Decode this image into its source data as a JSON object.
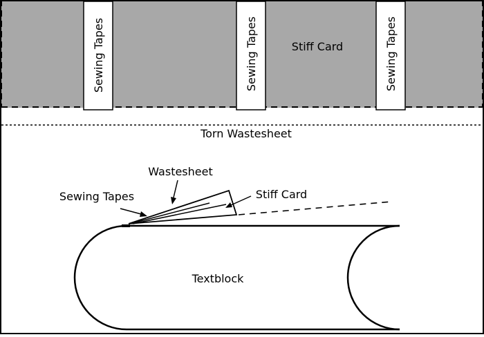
{
  "top_panel": {
    "tape_label": "Sewing Tapes",
    "card_label": "Stiff Card",
    "fill_color": "#a8a8a8"
  },
  "torn_wastesheet_label": "Torn Wastesheet",
  "bottom_panel": {
    "wastesheet_label": "Wastesheet",
    "sewing_tapes_label": "Sewing Tapes",
    "stiff_card_label": "Stiff Card",
    "textblock_label": "Textblock"
  }
}
